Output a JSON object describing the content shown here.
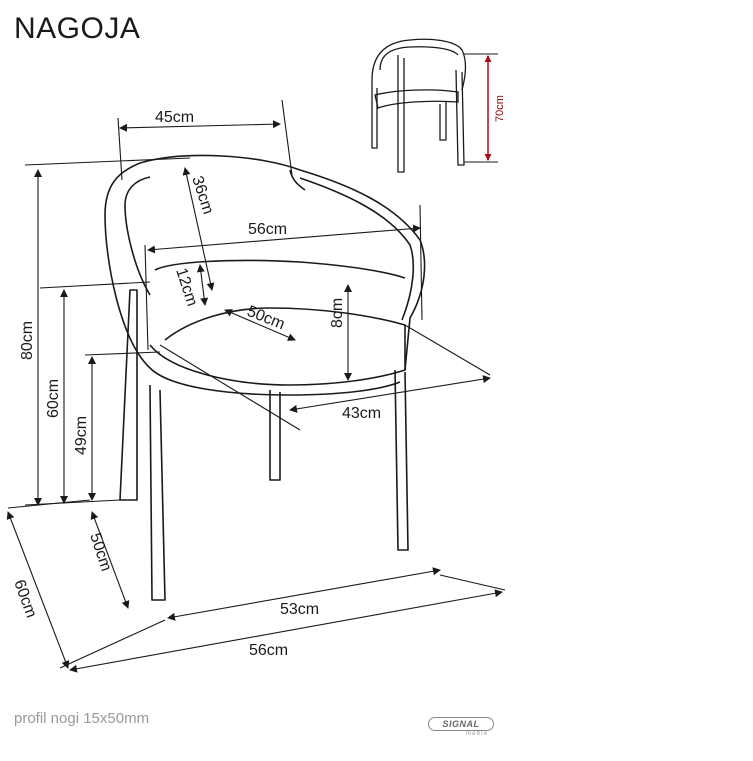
{
  "title": "NAGOJA",
  "footer_note": "profil nogi 15x50mm",
  "brand": {
    "name": "SIGNAL",
    "sub": "meble"
  },
  "accent_color": "#a50f15",
  "dimensions": {
    "back_width": "45cm",
    "back_depth": "36cm",
    "inner_width": "56cm",
    "armrest_drop": "12cm",
    "seat_depth": "50cm",
    "seat_thickness": "8cm",
    "seat_width": "43cm",
    "total_height": "80cm",
    "armrest_height": "60cm",
    "seat_height": "49cm",
    "leg_depth": "50cm",
    "leg_width": "53cm",
    "total_depth": "60cm",
    "total_width": "56cm",
    "thumb_height": "70cm"
  }
}
